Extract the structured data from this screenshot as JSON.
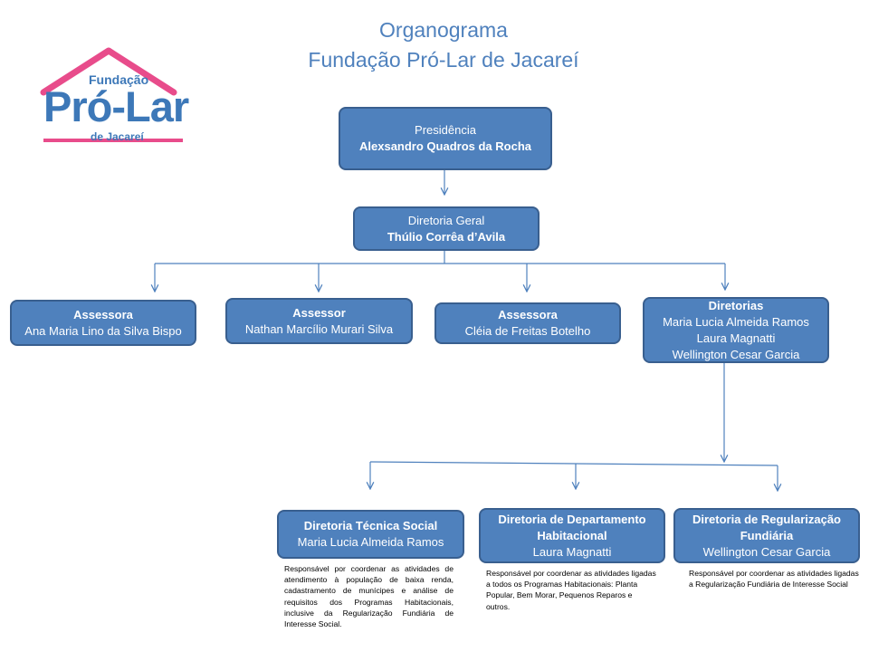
{
  "title": {
    "line1": "Organograma",
    "line2": "Fundação Pró-Lar de Jacareí"
  },
  "logo": {
    "top": "Fundação",
    "main": "Pró-Lar",
    "sub": "de Jacareí",
    "colors": {
      "roof": "#e84c8b",
      "text": "#3d78b8"
    }
  },
  "colors": {
    "box_fill": "#4f81bd",
    "box_border": "#395f8f",
    "connector": "#4f81bd",
    "title": "#4f81bd"
  },
  "presidencia": {
    "role": "Presidência",
    "name": "Alexsandro Quadros da Rocha"
  },
  "diretoria_geral": {
    "role": "Diretoria Geral",
    "name": "Thúlio  Corrêa d’Avila"
  },
  "assessora1": {
    "role": "Assessora",
    "name": "Ana Maria Lino da Silva Bispo"
  },
  "assessor": {
    "role": "Assessor",
    "name": "Nathan Marcílio Murari Silva"
  },
  "assessora2": {
    "role": "Assessora",
    "name": "Cléia de Freitas Botelho"
  },
  "diretorias": {
    "role": "Diretorias",
    "names": [
      "Maria Lucia Almeida Ramos",
      "Laura Magnatti",
      "Wellington Cesar Garcia"
    ]
  },
  "tecnica_social": {
    "role": "Diretoria Técnica Social",
    "name": "Maria Lucia Almeida Ramos",
    "note": "Responsável por coordenar as atividades de atendimento à população de baixa renda, cadastramento de munícipes e análise de requisitos dos Programas Habitacionais, inclusive da Regularização Fundiária de Interesse Social."
  },
  "departamento_habitacional": {
    "role_line1": "Diretoria de Departamento",
    "role_line2": "Habitacional",
    "name": "Laura Magnatti",
    "note": "Responsável por coordenar as atividades ligadas a todos os Programas Habitacionais: Planta Popular, Bem Morar, Pequenos Reparos e outros."
  },
  "regularizacao_fundiaria": {
    "role_line1": "Diretoria de  Regularização",
    "role_line2": "Fundiária",
    "name": "Wellington Cesar Garcia",
    "note": "Responsável por coordenar as atividades ligadas a Regularização Fundiária de Interesse Social"
  }
}
